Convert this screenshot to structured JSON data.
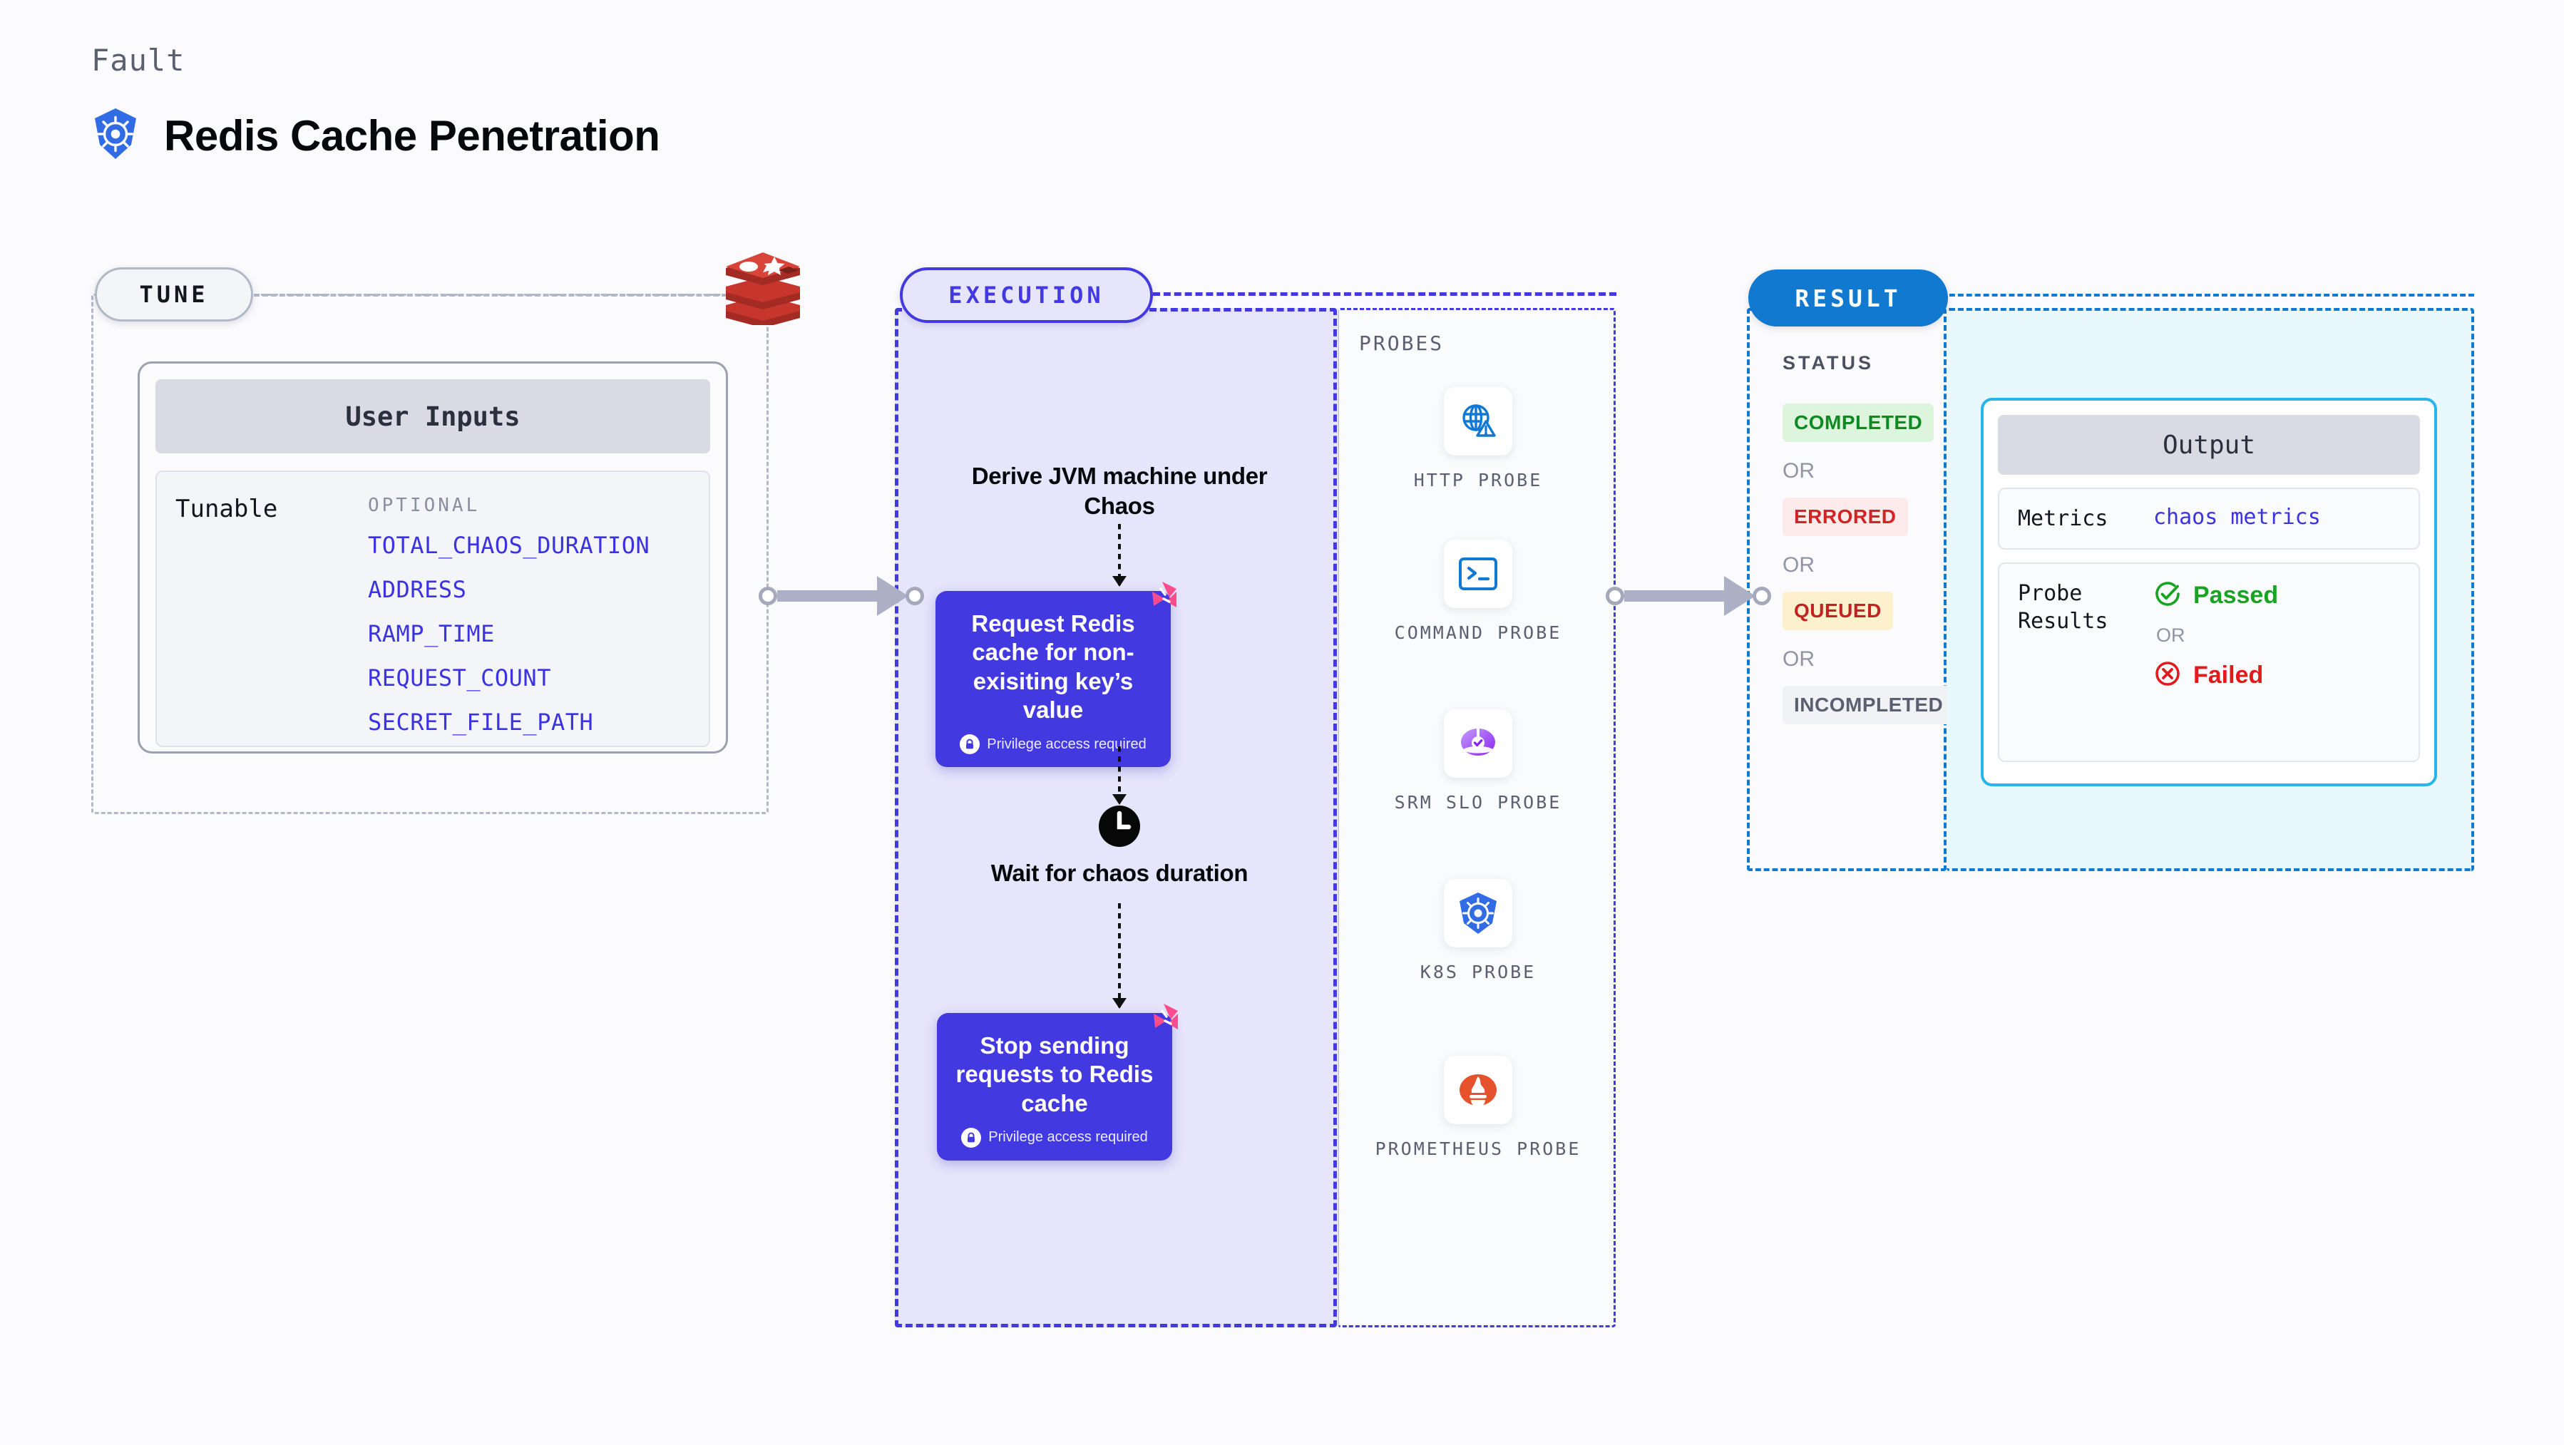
{
  "header": {
    "kicker": "Fault",
    "title": "Redis Cache Penetration",
    "logo_icon": "kubernetes-icon"
  },
  "tune": {
    "pill_label": "TUNE",
    "source_icon": "redis-logo-icon",
    "user_inputs_title": "User Inputs",
    "tunable_label": "Tunable",
    "optional_label": "OPTIONAL",
    "tunables": [
      "TOTAL_CHAOS_DURATION",
      "ADDRESS",
      "RAMP_TIME",
      "REQUEST_COUNT",
      "SECRET_FILE_PATH"
    ]
  },
  "execution": {
    "pill_label": "EXECUTION",
    "steps": [
      {
        "kind": "text",
        "label": "Derive JVM machine under Chaos"
      },
      {
        "kind": "card",
        "label": "Request Redis cache for non-exisiting key’s value",
        "note": "Privilege access required",
        "note_icon": "lock-icon",
        "badge_icon": "litmus-chaos-icon"
      },
      {
        "kind": "clock",
        "label": "Wait for chaos duration",
        "icon": "clock-icon"
      },
      {
        "kind": "card",
        "label": "Stop sending requests to Redis cache",
        "note": "Privilege access required",
        "note_icon": "lock-icon",
        "badge_icon": "litmus-chaos-icon"
      }
    ]
  },
  "probes": {
    "title": "PROBES",
    "items": [
      {
        "label": "HTTP PROBE",
        "icon": "globe-warning-icon"
      },
      {
        "label": "COMMAND PROBE",
        "icon": "terminal-icon"
      },
      {
        "label": "SRM SLO PROBE",
        "icon": "slo-gauge-icon"
      },
      {
        "label": "K8S PROBE",
        "icon": "kubernetes-icon"
      },
      {
        "label": "PROMETHEUS PROBE",
        "icon": "prometheus-flame-icon"
      }
    ]
  },
  "result": {
    "pill_label": "RESULT",
    "status_title": "STATUS",
    "or_label": "OR",
    "statuses": [
      {
        "label": "COMPLETED",
        "bg": "#ddf5dd",
        "fg": "#0f8a22"
      },
      {
        "label": "ERRORED",
        "bg": "#fdeaea",
        "fg": "#d12424"
      },
      {
        "label": "QUEUED",
        "bg": "#fcf0cd",
        "fg": "#c22222"
      },
      {
        "label": "INCOMPLETED",
        "bg": "#f1f2f6",
        "fg": "#5b6070"
      }
    ]
  },
  "output": {
    "title": "Output",
    "metrics_key": "Metrics",
    "metrics_value": "chaos metrics",
    "probe_results_key": "Probe Results",
    "or_label": "OR",
    "passed_label": "Passed",
    "passed_icon": "check-circle-icon",
    "passed_color": "#1aa323",
    "failed_label": "Failed",
    "failed_icon": "x-circle-icon",
    "failed_color": "#e01b1b"
  },
  "colors": {
    "chaos_blue": "#4339e0",
    "result_blue": "#1179d0",
    "output_cyan": "#28b5e8",
    "tunable_link": "#3b33e0"
  }
}
